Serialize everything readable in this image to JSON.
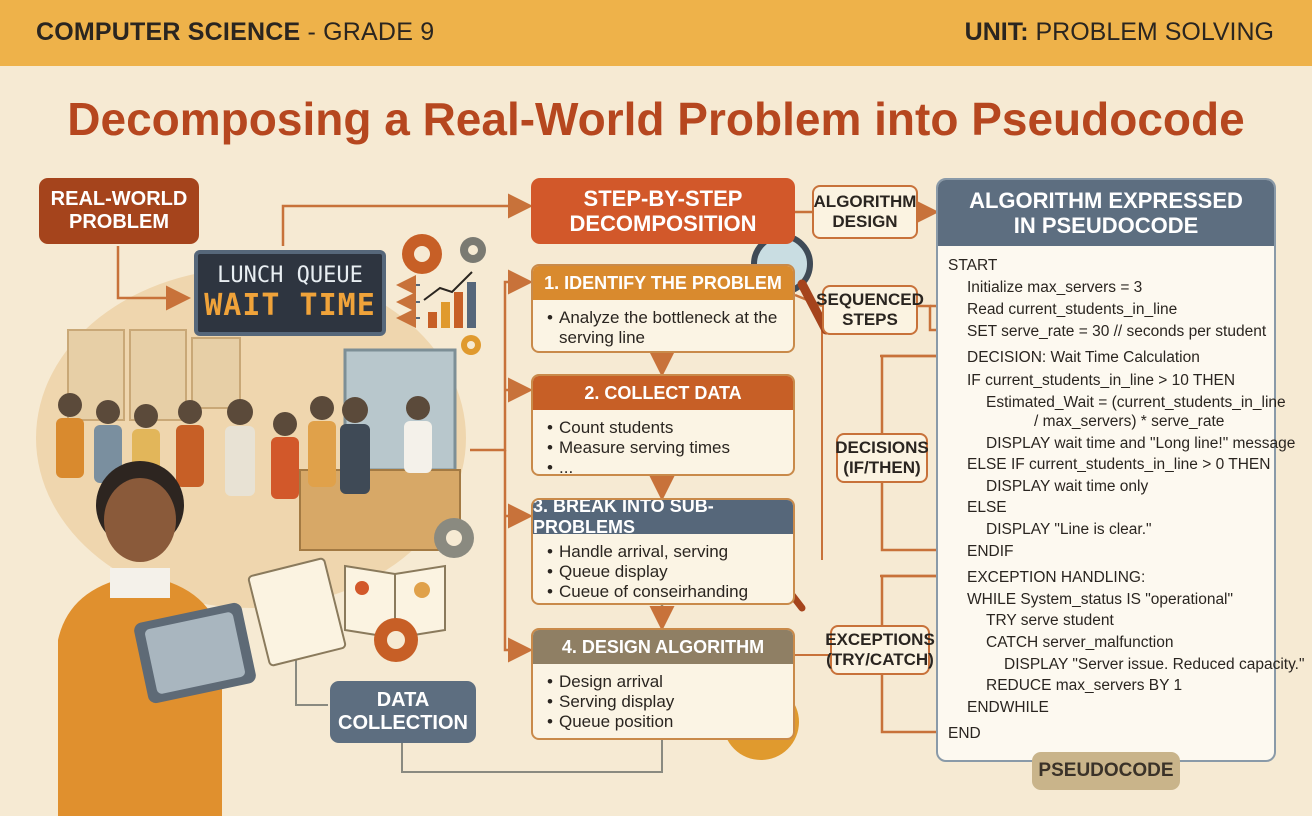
{
  "header": {
    "subject_bold": "COMPUTER SCIENCE",
    "subject_rest": " - GRADE 9",
    "unit_bold": "UNIT:",
    "unit_rest": " PROBLEM SOLVING"
  },
  "title": "Decomposing a Real-World Problem into Pseudocode",
  "real_world_problem": {
    "line1": "REAL-WORLD",
    "line2": "PROBLEM"
  },
  "sign": {
    "line1": "LUNCH QUEUE",
    "line2": "WAIT TIME"
  },
  "data_collection": {
    "line1": "DATA",
    "line2": "COLLECTION"
  },
  "decomposition": {
    "line1": "STEP-BY-STEP",
    "line2": "DECOMPOSITION"
  },
  "steps": [
    {
      "title": "1. IDENTIFY THE PROBLEM",
      "items": [
        "Analyze the bottleneck at the serving line"
      ]
    },
    {
      "title": "2. COLLECT DATA",
      "items": [
        "Count students",
        "Measure serving times",
        "..."
      ]
    },
    {
      "title": "3. BREAK INTO SUB-PROBLEMS",
      "items": [
        "Handle arrival, serving",
        "Queue display",
        "Cueue of conseirhanding"
      ]
    },
    {
      "title": "4. DESIGN ALGORITHM",
      "items": [
        "Design arrival",
        "Serving display",
        "Queue position"
      ]
    }
  ],
  "tags": {
    "algorithm_design": {
      "line1": "ALGORITHM",
      "line2": "DESIGN"
    },
    "sequenced_steps": {
      "line1": "SEQUENCED",
      "line2": "STEPS"
    },
    "decisions": {
      "line1": "DECISIONS",
      "line2": "(IF/THEN)"
    },
    "exceptions": {
      "line1": "EXCEPTIONS",
      "line2": "(TRY/CATCH)"
    }
  },
  "pseudocode": {
    "header_line1": "ALGORITHM EXPRESSED",
    "header_line2": "IN PSEUDOCODE",
    "lines": [
      "START",
      "Initialize max_servers = 3",
      "Read current_students_in_line",
      "SET serve_rate = 30  // seconds per student",
      "DECISION: Wait Time Calculation",
      "IF  current_students_in_line > 10 THEN",
      "Estimated_Wait = (current_students_in_line",
      "/ max_servers) * serve_rate",
      "DISPLAY wait time and \"Long line!\" message",
      "ELSE IF  current_students_in_line > 0 THEN",
      "DISPLAY wait time only",
      "ELSE",
      "DISPLAY \"Line is clear.\"",
      "ENDIF",
      "EXCEPTION HANDLING:",
      "WHILE System_status IS \"operational\"",
      "TRY serve student",
      "CATCH server_malfunction",
      "DISPLAY \"Server issue. Reduced capacity.\"",
      "REDUCE max_servers BY 1",
      "ENDWHILE",
      "END"
    ],
    "footer": "PSEUDOCODE"
  },
  "colors": {
    "header_band": "#eeb24a",
    "title": "#b6471f",
    "problem_pill": "#a5441c",
    "decomposition_pill": "#d2582a",
    "step1": "#d98a2e",
    "step2": "#c75f26",
    "step3": "#56677a",
    "step4": "#8f7f64",
    "pseudocode_header": "#5d6e80",
    "data_collection": "#5d6e80",
    "connector": "#c8723a"
  }
}
